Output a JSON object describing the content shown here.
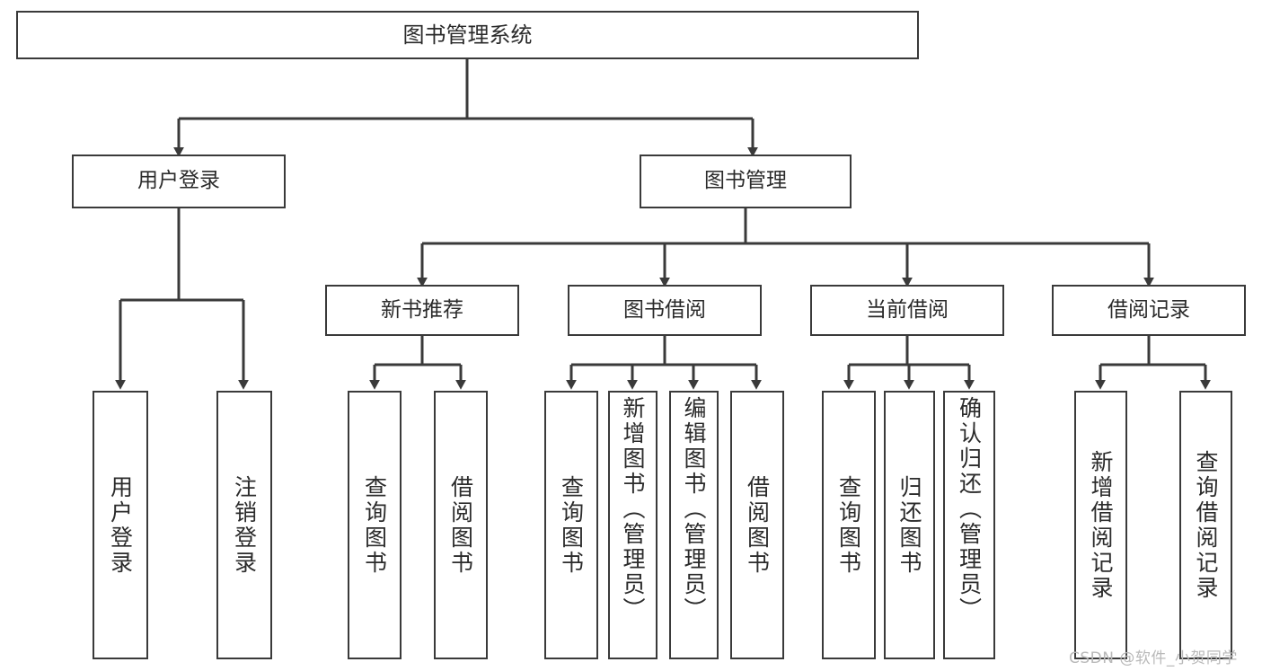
{
  "diagram": {
    "type": "tree-hierarchy-chart",
    "title": "图书管理系统",
    "orientation": "top-down",
    "colors": {
      "background": "#ffffff",
      "box_border": "#3a3a3a",
      "box_fill": "#ffffff",
      "connector": "#3a3a3a",
      "text": "#2b2b2b",
      "watermark": "#b9b9b9"
    },
    "root": {
      "label": "图书管理系统"
    },
    "level2": [
      {
        "label": "用户登录"
      },
      {
        "label": "图书管理"
      }
    ],
    "level3": [
      {
        "label": "新书推荐"
      },
      {
        "label": "图书借阅"
      },
      {
        "label": "当前借阅"
      },
      {
        "label": "借阅记录"
      }
    ],
    "leaves": {
      "user_login": [
        {
          "label": "用户登录"
        },
        {
          "label": "注销登录"
        }
      ],
      "new_book_recommend": [
        {
          "label": "查询图书"
        },
        {
          "label": "借阅图书"
        }
      ],
      "book_borrow": [
        {
          "label": "查询图书"
        },
        {
          "label": "新增图书（管理员）"
        },
        {
          "label": "编辑图书（管理员）"
        },
        {
          "label": "借阅图书"
        }
      ],
      "current_borrow": [
        {
          "label": "查询图书"
        },
        {
          "label": "归还图书"
        },
        {
          "label": "确认归还（管理员）"
        }
      ],
      "borrow_record": [
        {
          "label": "新增借阅记录"
        },
        {
          "label": "查询借阅记录"
        }
      ]
    },
    "watermark": "CSDN @软件_小贺同学"
  }
}
